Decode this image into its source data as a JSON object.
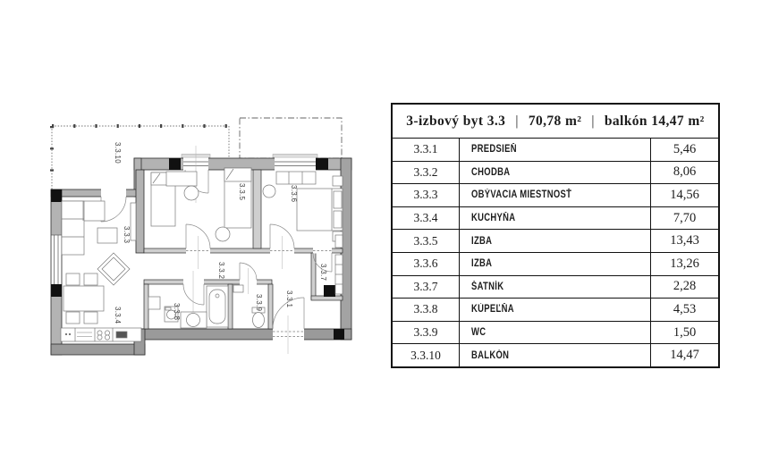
{
  "colors": {
    "wall_exterior": "#b3b3b3",
    "wall_heavy": "#9a9a9a",
    "wall_interior": "#cfcfcf",
    "wall_outline": "#2d2d2d",
    "furniture_line": "#787878",
    "table_border": "#121212",
    "label_text": "#3b3b3b"
  },
  "floorplan": {
    "labels": {
      "hall": "3.3.1",
      "corridor": "3.3.2",
      "living": "3.3.3",
      "kitchen": "3.3.4",
      "room_a": "3.3.5",
      "room_b": "3.3.6",
      "closet": "3.3.7",
      "bathroom": "3.3.8",
      "wc": "3.3.9",
      "balcony": "3.3.10"
    }
  },
  "table": {
    "header": {
      "title": "3-izbový byt 3.3",
      "separator": "|",
      "total_area": "70,78 m²",
      "balcony_area": "balkón 14,47 m²"
    },
    "rows": [
      {
        "code": "3.3.1",
        "name": "PREDSIEŇ",
        "area": "5,46"
      },
      {
        "code": "3.3.2",
        "name": "CHODBA",
        "area": "8,06"
      },
      {
        "code": "3.3.3",
        "name": "OBÝVACIA MIESTNOSŤ",
        "area": "14,56"
      },
      {
        "code": "3.3.4",
        "name": "KUCHYŇA",
        "area": "7,70"
      },
      {
        "code": "3.3.5",
        "name": "IZBA",
        "area": "13,43"
      },
      {
        "code": "3.3.6",
        "name": "IZBA",
        "area": "13,26"
      },
      {
        "code": "3.3.7",
        "name": "ŠATNÍK",
        "area": "2,28"
      },
      {
        "code": "3.3.8",
        "name": "KÚPEĽŇA",
        "area": "4,53"
      },
      {
        "code": "3.3.9",
        "name": "WC",
        "area": "1,50"
      },
      {
        "code": "3.3.10",
        "name": "BALKÓN",
        "area": "14,47"
      }
    ]
  }
}
